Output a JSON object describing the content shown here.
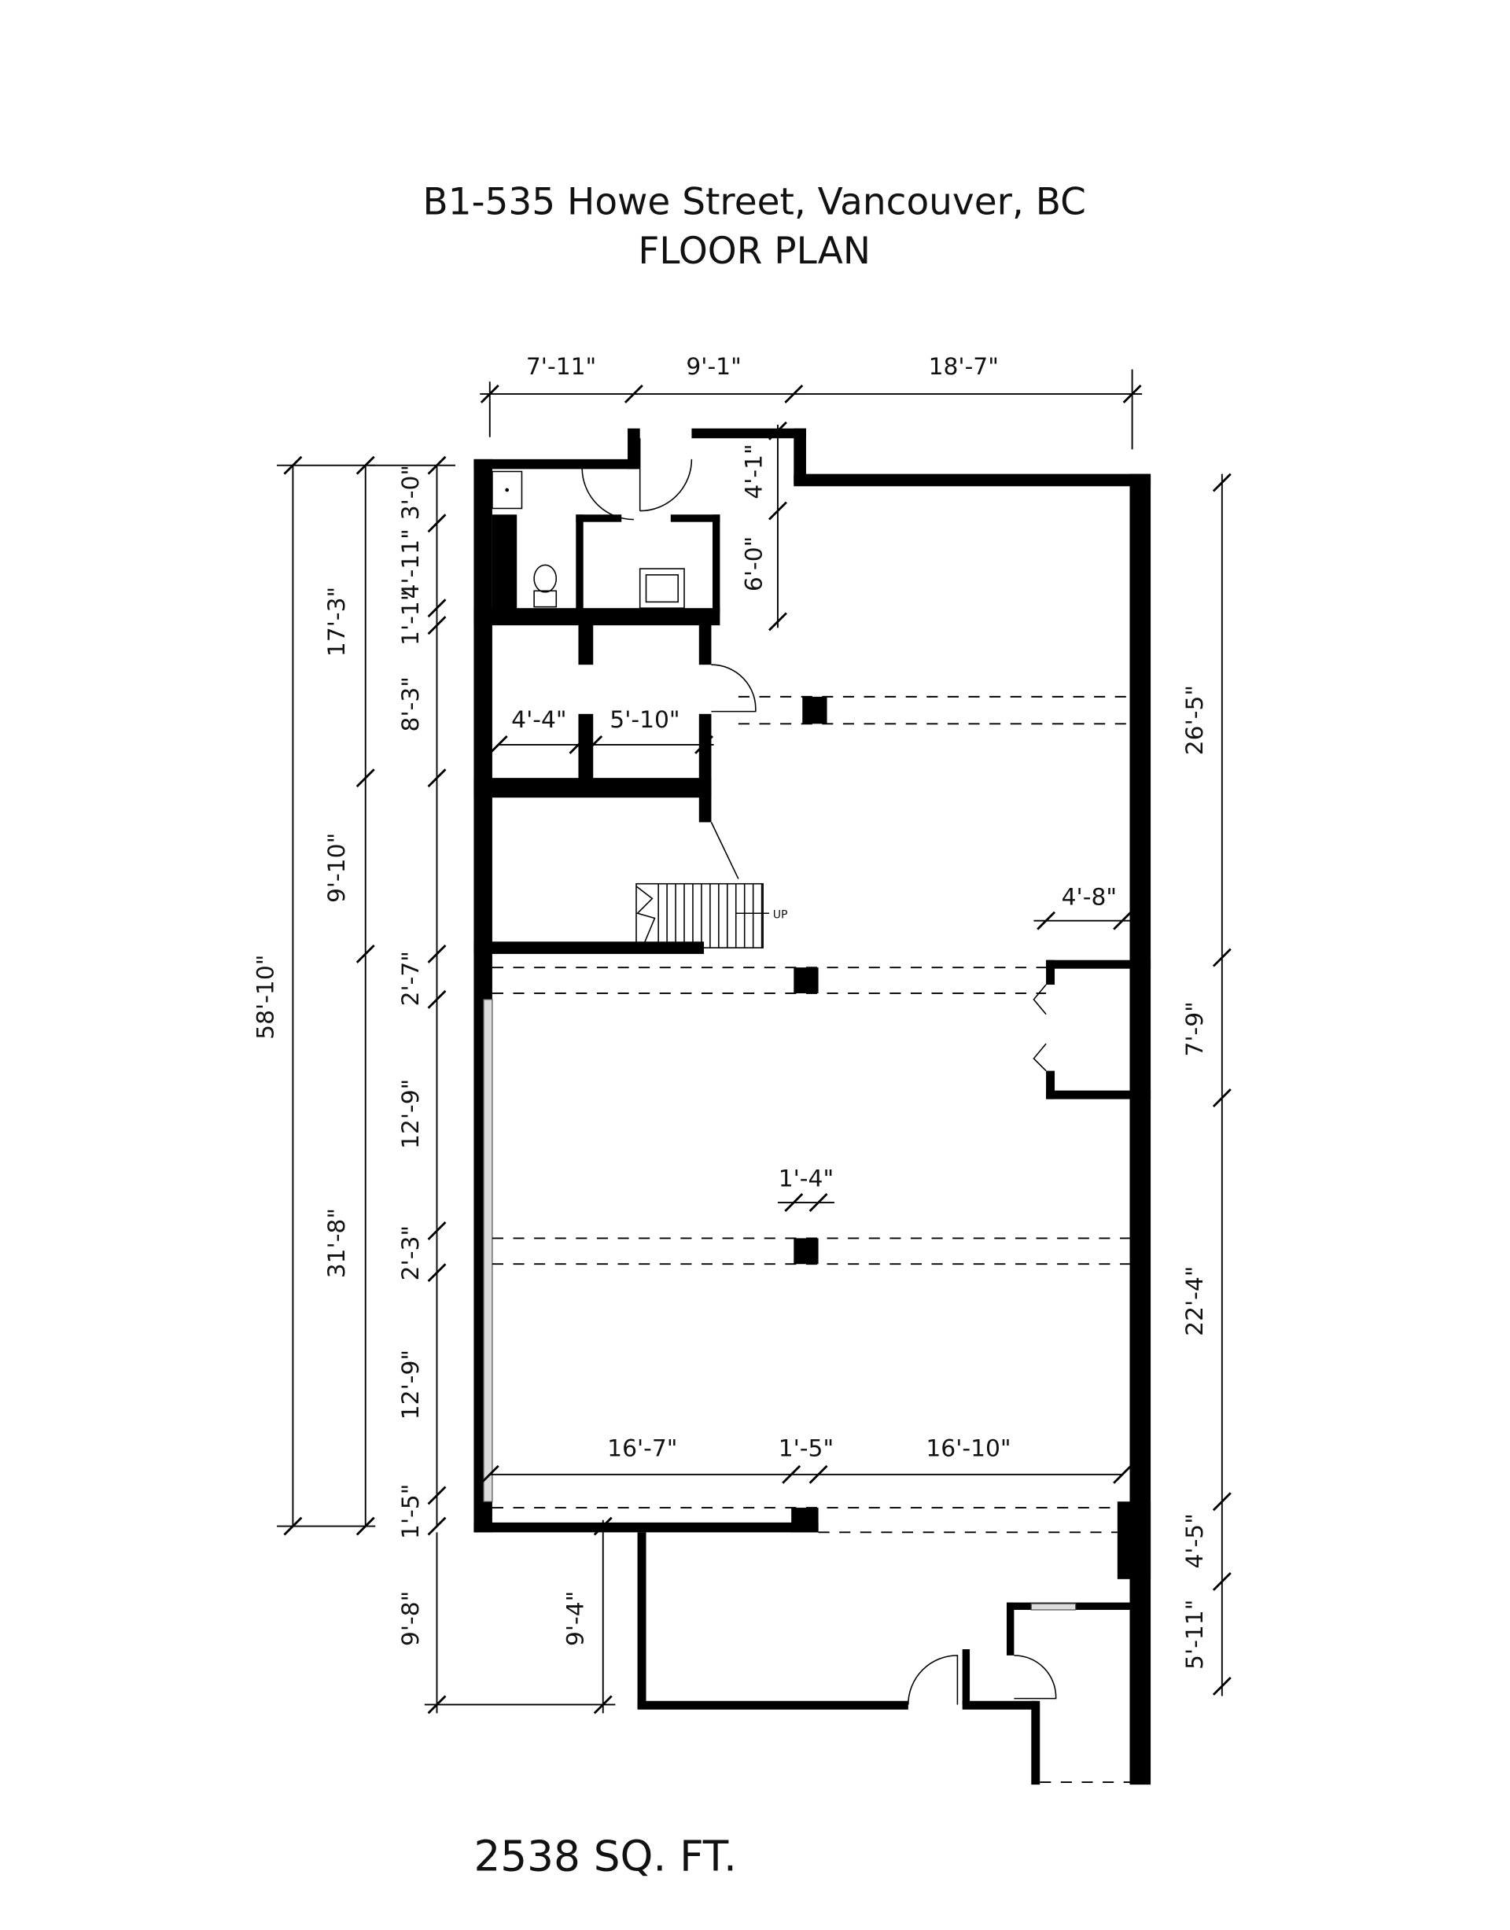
{
  "title": {
    "line1": "B1-535 Howe Street, Vancouver, BC",
    "line2": "FLOOR PLAN"
  },
  "area": "2538 SQ. FT.",
  "stairs_label": "UP",
  "dimensions": {
    "top": [
      "7'-11\"",
      "9'-1\"",
      "18'-7\""
    ],
    "overall_left": "58'-10\"",
    "left_major": [
      "17'-3\"",
      "9'-10\"",
      "31'-8\""
    ],
    "left_minor": [
      "3'-0\"",
      "4'-11\"",
      "1'-1\"",
      "8'-3\"",
      "2'-7\"",
      "12'-9\"",
      "2'-3\"",
      "12'-9\"",
      "1'-5\""
    ],
    "lower_left": [
      "9'-8\"",
      "9'-4\""
    ],
    "right": [
      "26'-5\"",
      "7'-9\"",
      "22'-4\"",
      "4'-5\"",
      "5'-11\""
    ],
    "entry": [
      "4'-1\"",
      "6'-0\""
    ],
    "rooms": [
      "4'-4\"",
      "5'-10\""
    ],
    "closet": "4'-8\"",
    "column": "1'-4\"",
    "bottom_span": [
      "16'-7\"",
      "1'-5\"",
      "16'-10\""
    ]
  }
}
